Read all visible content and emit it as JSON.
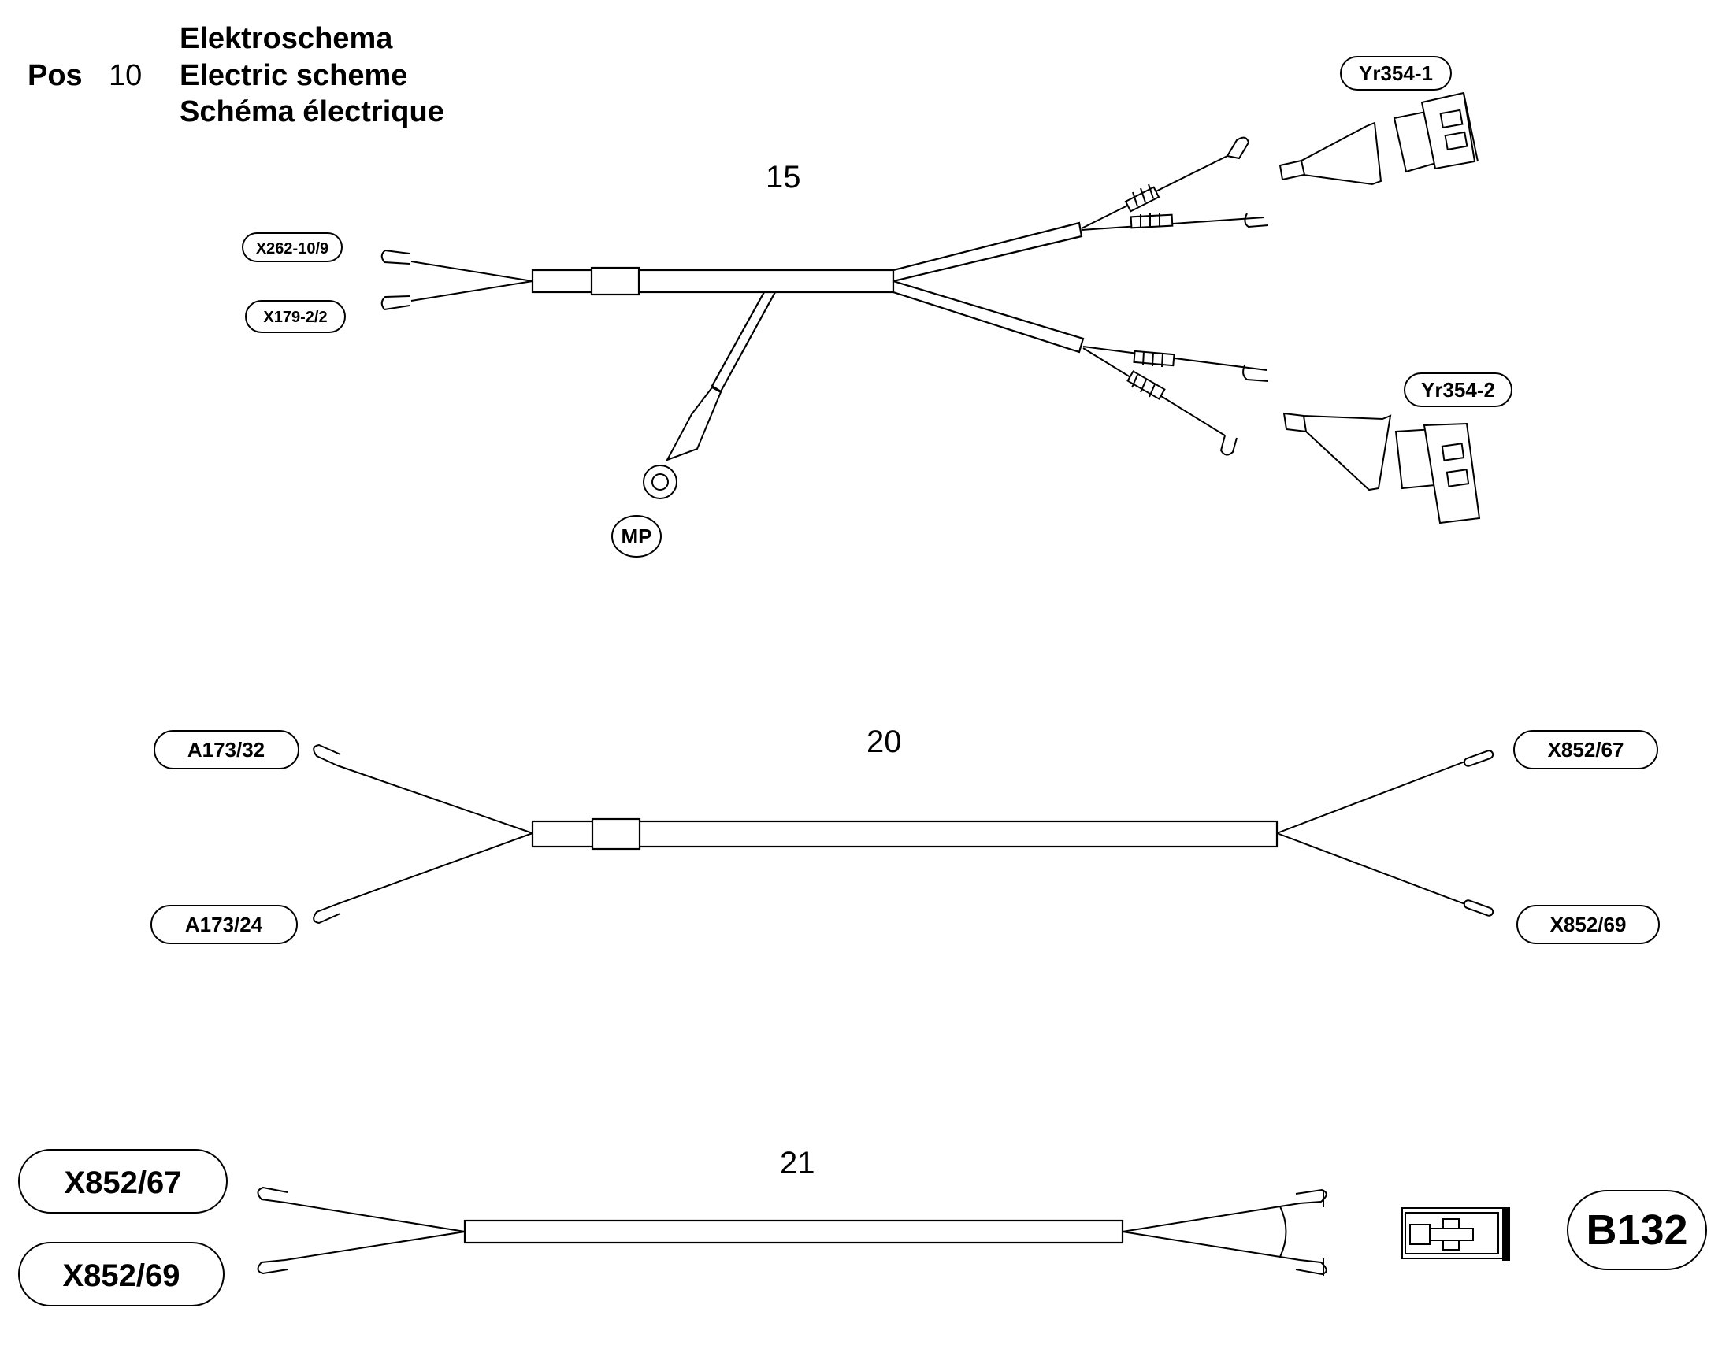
{
  "header": {
    "pos_label": "Pos",
    "pos_number": "10",
    "titles": [
      "Elektroschema",
      "Electric scheme",
      "Schéma électrique"
    ]
  },
  "harnesses": [
    {
      "number": "15",
      "labels": [
        "X262-10/9",
        "X179-2/2",
        "Yr354-1",
        "Yr354-2",
        "MP"
      ]
    },
    {
      "number": "20",
      "labels": [
        "A173/32",
        "A173/24",
        "X852/67",
        "X852/69"
      ]
    },
    {
      "number": "21",
      "labels": [
        "X852/67",
        "X852/69",
        "B132"
      ]
    }
  ]
}
